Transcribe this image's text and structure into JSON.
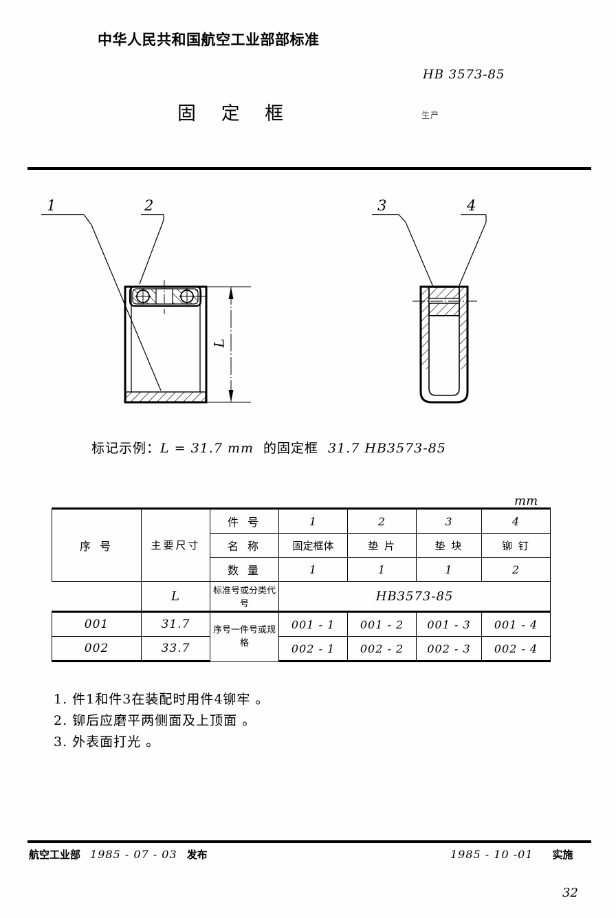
{
  "header": {
    "organization": "中华人民共和国航空工业部部标准",
    "standard_code": "HB 3573-85",
    "document_title": "固 定 框",
    "hand_mark": "生产"
  },
  "drawings": {
    "left": {
      "name": "front-section-view",
      "leaders": [
        "1",
        "2"
      ],
      "dimension_label": "L"
    },
    "right": {
      "name": "side-section-view",
      "leaders": [
        "3",
        "4"
      ]
    }
  },
  "marking_example": {
    "prefix": "标记示例：",
    "expression": "L = 31.7 mm",
    "middle": "的固定框",
    "designation": "31.7  HB3573-85"
  },
  "table": {
    "unit": "mm",
    "headers": {
      "seq_no": "序 号",
      "main_dim": "主要尺寸",
      "part_no": "件 号",
      "name": "名 称",
      "quantity": "数 量",
      "dim_symbol": "L",
      "std_or_class": "标准号或分类代号",
      "seq_part_or_spec": "序号一件号或规格"
    },
    "part_numbers": [
      "1",
      "2",
      "3",
      "4"
    ],
    "part_names": [
      "固定框体",
      "垫 片",
      "垫 块",
      "铆 钉"
    ],
    "quantities": [
      "1",
      "1",
      "1",
      "2"
    ],
    "standard_code_merged": "HB3573-85",
    "rows": [
      {
        "seq_no": "001",
        "L": "31.7",
        "codes": [
          "001 - 1",
          "001 - 2",
          "001 - 3",
          "001 - 4"
        ]
      },
      {
        "seq_no": "002",
        "L": "33.7",
        "codes": [
          "002 - 1",
          "002 - 2",
          "002 - 3",
          "002 - 4"
        ]
      }
    ]
  },
  "notes": [
    "1. 件1和件3在装配时用件4铆牢 。",
    "2. 铆后应磨平两侧面及上顶面 。",
    "3. 外表面打光 。"
  ],
  "footer": {
    "issuer": "航空工业部",
    "issue_date": "1985 - 07 - 03",
    "issue_action": "发布",
    "effective_date": "1985 - 10 -01",
    "effective_action": "实施",
    "page_number": "32"
  }
}
